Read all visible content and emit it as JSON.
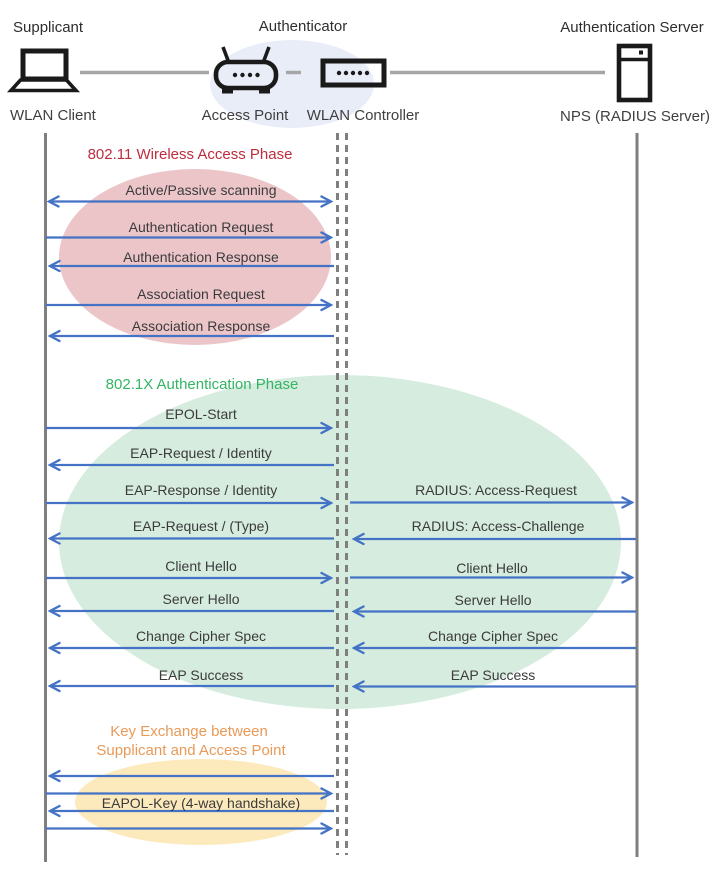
{
  "header": {
    "supplicant": "Supplicant",
    "authenticator": "Authenticator",
    "auth_server": "Authentication Server"
  },
  "nodes": {
    "wlan_client": "WLAN Client",
    "access_point": "Access Point",
    "wlan_controller": "WLAN Controller",
    "nps": "NPS (RADIUS Server)"
  },
  "icons": {
    "wlan_client": "laptop-icon",
    "access_point": "wireless-router-icon",
    "wlan_controller": "controller-box-icon",
    "nps": "server-icon"
  },
  "colors": {
    "arrow": "#4472c4",
    "lifeline": "#7f7f7f",
    "connector": "#a6a6a6",
    "phase1_title": "#be2d3e",
    "phase1_fill": "#ecc5c9",
    "phase2_title": "#33b563",
    "phase2_fill": "#d6ecdf",
    "phase3_title": "#e89a58",
    "phase3_fill": "#fdeabc",
    "authenticator_fill": "#e9edf8",
    "message_text": "#3b3b3b"
  },
  "phase1": {
    "title": "802.11 Wireless Access Phase",
    "messages": {
      "scanning": "Active/Passive scanning",
      "auth_request": "Authentication Request",
      "auth_response": "Authentication Response",
      "assoc_request": "Association Request",
      "assoc_response": "Association Response"
    }
  },
  "phase2": {
    "title": "802.1X Authentication Phase",
    "left": {
      "epol_start": "EPOL-Start",
      "eap_request_identity": "EAP-Request / Identity",
      "eap_response_identity": "EAP-Response / Identity",
      "eap_request_type": "EAP-Request / (Type)",
      "client_hello": "Client Hello",
      "server_hello": "Server Hello",
      "change_cipher": "Change Cipher Spec",
      "eap_success": "EAP Success"
    },
    "right": {
      "access_request": "RADIUS: Access-Request",
      "access_challenge": "RADIUS: Access-Challenge",
      "client_hello": "Client Hello",
      "server_hello": "Server Hello",
      "change_cipher": "Change Cipher Spec",
      "eap_success": "EAP Success"
    }
  },
  "phase3": {
    "title_line1": "Key Exchange between",
    "title_line2": "Supplicant and Access Point",
    "message": "EAPOL-Key (4-way handshake)"
  }
}
